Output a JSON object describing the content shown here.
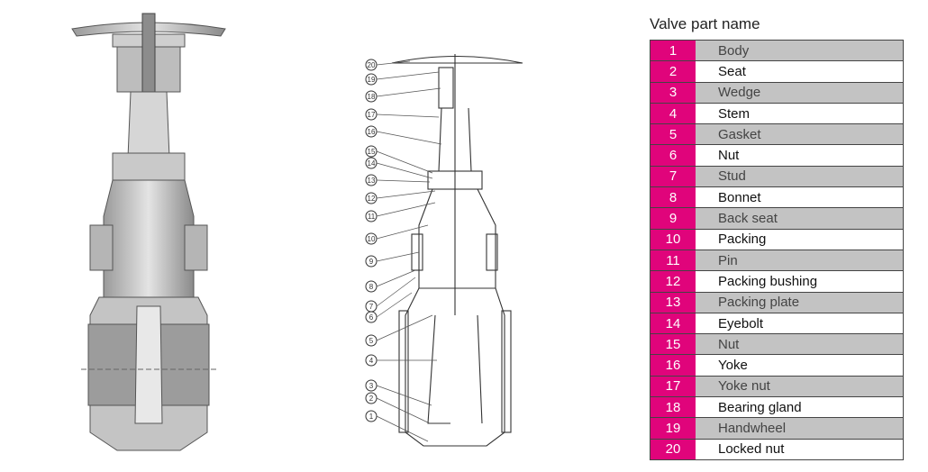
{
  "table": {
    "title": "Valve part name",
    "rows": [
      {
        "num": "1",
        "name": "Body",
        "shaded": true
      },
      {
        "num": "2",
        "name": "Seat",
        "shaded": false
      },
      {
        "num": "3",
        "name": "Wedge",
        "shaded": true
      },
      {
        "num": "4",
        "name": "Stem",
        "shaded": false
      },
      {
        "num": "5",
        "name": "Gasket",
        "shaded": true
      },
      {
        "num": "6",
        "name": "Nut",
        "shaded": false
      },
      {
        "num": "7",
        "name": "Stud",
        "shaded": true
      },
      {
        "num": "8",
        "name": "Bonnet",
        "shaded": false
      },
      {
        "num": "9",
        "name": "Back seat",
        "shaded": true
      },
      {
        "num": "10",
        "name": "Packing",
        "shaded": false
      },
      {
        "num": "11",
        "name": "Pin",
        "shaded": true
      },
      {
        "num": "12",
        "name": "Packing bushing",
        "shaded": false
      },
      {
        "num": "13",
        "name": "Packing plate",
        "shaded": true
      },
      {
        "num": "14",
        "name": "Eyebolt",
        "shaded": false
      },
      {
        "num": "15",
        "name": "Nut",
        "shaded": true
      },
      {
        "num": "16",
        "name": "Yoke",
        "shaded": false
      },
      {
        "num": "17",
        "name": "Yoke nut",
        "shaded": true
      },
      {
        "num": "18",
        "name": "Bearing gland",
        "shaded": false
      },
      {
        "num": "19",
        "name": "Handwheel",
        "shaded": true
      },
      {
        "num": "20",
        "name": "Locked nut",
        "shaded": false
      }
    ]
  },
  "callouts": [
    "20",
    "19",
    "18",
    "17",
    "16",
    "15",
    "14",
    "13",
    "12",
    "11",
    "10",
    "9",
    "8",
    "7",
    "6",
    "5",
    "4",
    "3",
    "2",
    "1"
  ],
  "colors": {
    "number_cell": "#e0047b",
    "shaded_row": "#c3c3c3"
  }
}
